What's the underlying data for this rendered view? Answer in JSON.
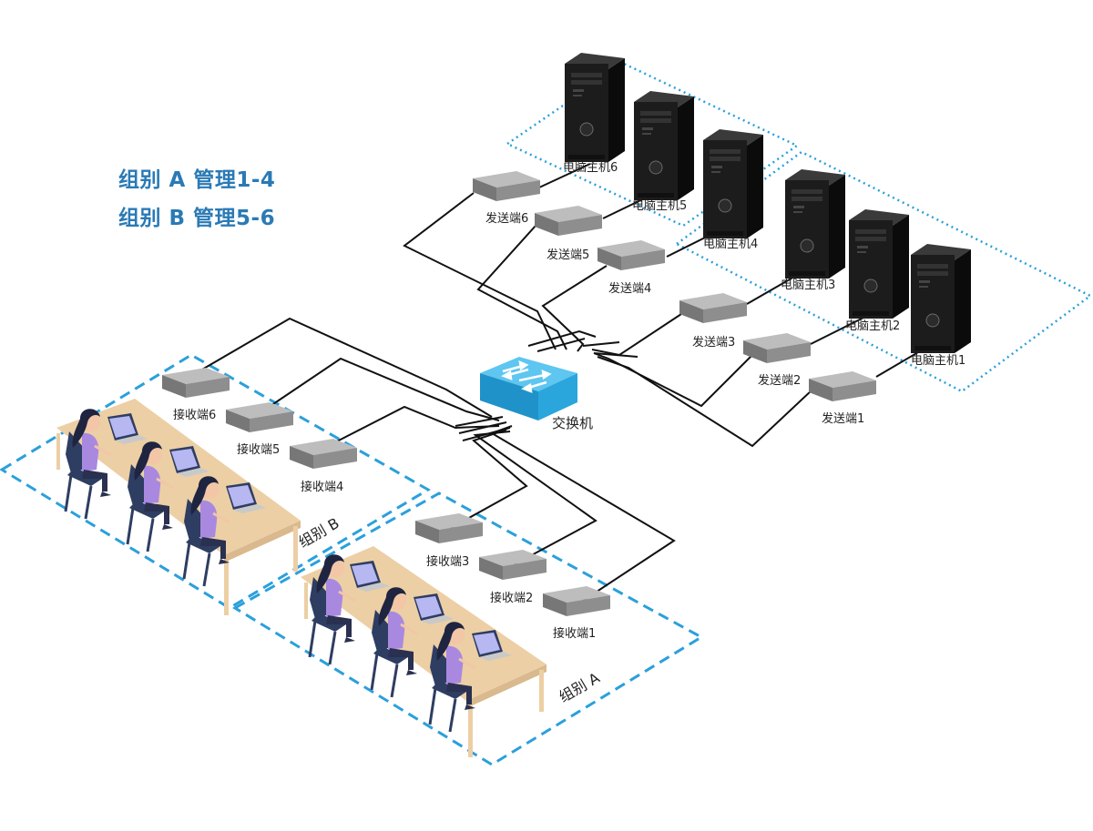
{
  "legend": {
    "line_a": "组别 A 管理1-4",
    "line_b": "组别 B 管理5-6"
  },
  "switch_label": "交换机",
  "hosts": [
    {
      "label": "电脑主机1"
    },
    {
      "label": "电脑主机2"
    },
    {
      "label": "电脑主机3"
    },
    {
      "label": "电脑主机4"
    },
    {
      "label": "电脑主机5"
    },
    {
      "label": "电脑主机6"
    }
  ],
  "senders": [
    {
      "label": "发送端1"
    },
    {
      "label": "发送端2"
    },
    {
      "label": "发送端3"
    },
    {
      "label": "发送端4"
    },
    {
      "label": "发送端5"
    },
    {
      "label": "发送端6"
    }
  ],
  "receivers": [
    {
      "label": "接收端1"
    },
    {
      "label": "接收端2"
    },
    {
      "label": "接收端3"
    },
    {
      "label": "接收端4"
    },
    {
      "label": "接收端5"
    },
    {
      "label": "接收端6"
    }
  ],
  "groups": {
    "a_label": "组别 A",
    "b_label": "组别 B"
  },
  "colors": {
    "legend_text": "#2a7ab5",
    "dashed_group": "#2aa0dc",
    "switch_top": "#3bb5ea",
    "cable": "#111111",
    "device_box": "#8a8a8a",
    "tower": "#151515",
    "desk": "#eccfa4",
    "worker_top": "#a989e0"
  }
}
